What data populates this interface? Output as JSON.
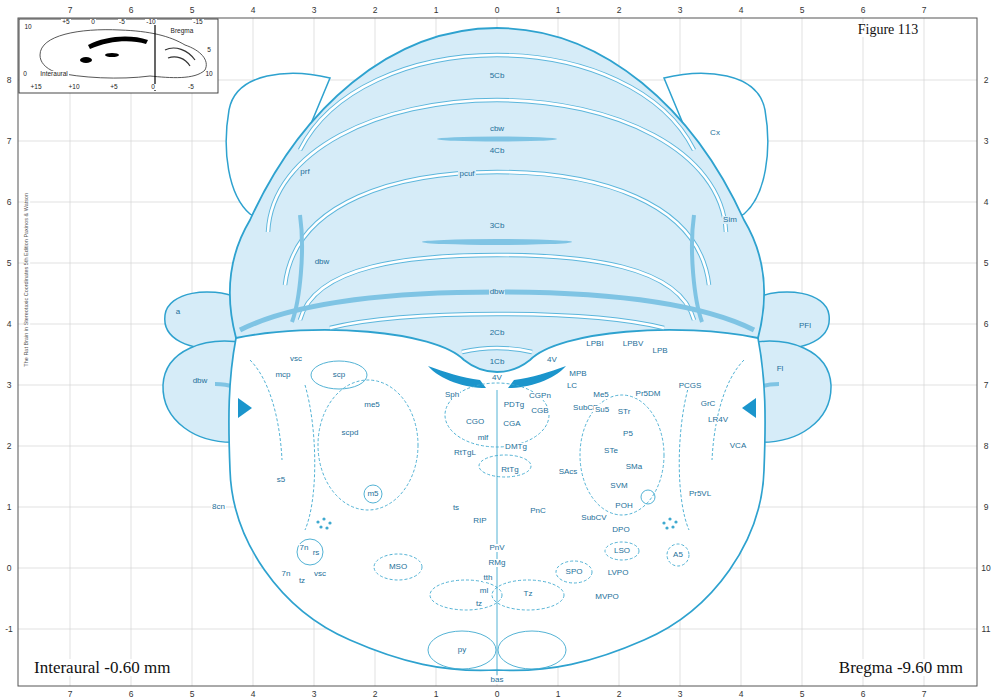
{
  "diagram": {
    "title": "Figure 113",
    "labels": [
      "7",
      "6",
      "5",
      "4",
      "3",
      "2",
      "1",
      "0",
      "1",
      "2",
      "3",
      "4",
      "5",
      "6",
      "7",
      "7",
      "6",
      "5",
      "4",
      "3",
      "2",
      "1",
      "0",
      "1",
      "2",
      "3",
      "4",
      "5",
      "6",
      "7",
      "8",
      "7",
      "6",
      "5",
      "4",
      "3",
      "2",
      "1",
      "0",
      "-1",
      "2",
      "3",
      "4",
      "5",
      "6",
      "7",
      "8",
      "9",
      "10",
      "11",
      "10",
      "+5",
      "0",
      "-5",
      "-10",
      "-15",
      "Bregma",
      "5",
      "0",
      "Interaural",
      "10",
      "+15",
      "+10",
      "+5",
      "0",
      "-5",
      "The Rat Brain in Stereotaxic Coordinates 5th Edition Paxinos & Watson",
      "Interaural -0.60 mm",
      "Bregma -9.60 mm",
      "5Cb",
      "cbw",
      "4Cb",
      "pcuf",
      "3Cb",
      "dbw",
      "2Cb",
      "1Cb",
      "4V",
      "prf",
      "dbw",
      "Cx",
      "Sim",
      "a",
      "PFl",
      "Fl",
      "dbw",
      "mcp",
      "vsc",
      "scp",
      "me5",
      "scpd",
      "s5",
      "8cn",
      "m5",
      "7n",
      "rs",
      "7n",
      "tz",
      "vsc",
      "MSO",
      "py",
      "bas",
      "Sph",
      "4V",
      "MPB",
      "LC",
      "PDTg",
      "CGPn",
      "CGB",
      "CGO",
      "CGA",
      "mlf",
      "DMTg",
      "SubCD",
      "RtTgL",
      "RtTg",
      "ts",
      "RIP",
      "PnC",
      "PnV",
      "RMg",
      "tth",
      "ml",
      "tz",
      "Tz",
      "SPO",
      "LVPO",
      "MVPO",
      "LSO",
      "DPO",
      "POH",
      "SVM",
      "SubCV",
      "SAcs",
      "SMa",
      "STe",
      "P5",
      "Su5",
      "Me5",
      "STr",
      "Pr5DM",
      "LPBI",
      "LPBV",
      "LPB",
      "PCGS",
      "GrC",
      "LR4V",
      "VCA",
      "Pr5VL",
      "A5"
    ]
  }
}
